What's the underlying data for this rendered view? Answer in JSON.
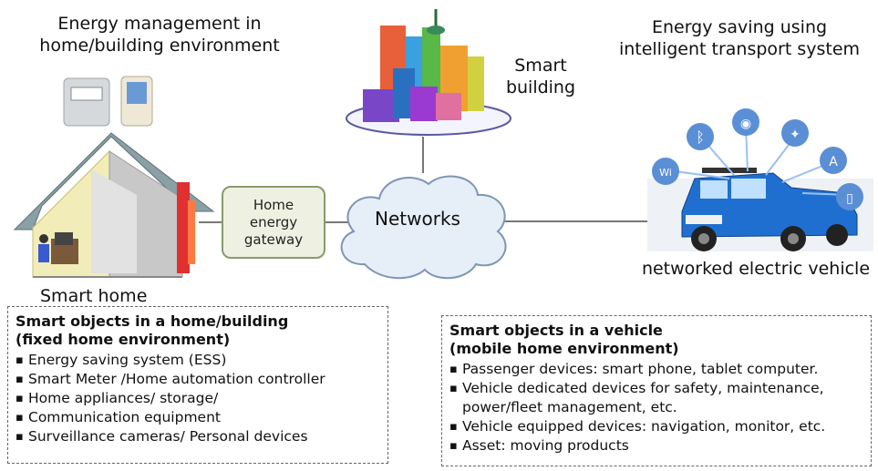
{
  "titles": {
    "energy_home": "Energy management in home/building environment",
    "smart_building": "Smart building",
    "energy_transport": "Energy saving using intelligent transport system"
  },
  "nodes": {
    "gateway": "Home energy gateway",
    "networks": "Networks",
    "smart_home": "Smart home",
    "vehicle": "networked electric vehicle"
  },
  "box_home": {
    "heading_line1": "Smart objects in a home/building",
    "heading_line2": "(fixed home environment)",
    "items": [
      "Energy saving system (ESS)",
      "Smart Meter /Home automation controller",
      "Home appliances/ storage/",
      "Communication equipment",
      "Surveillance cameras/ Personal devices"
    ]
  },
  "box_vehicle": {
    "heading_line1": "Smart objects in a vehicle",
    "heading_line2": "(mobile home environment)",
    "items": [
      "Passenger devices: smart phone, tablet computer.",
      "Vehicle dedicated devices for safety, maintenance, power/fleet management, etc.",
      "Vehicle equipped devices: navigation, monitor, etc.",
      "Asset: moving products"
    ]
  },
  "vehicle_icons": [
    "wifi-icon",
    "bluetooth-icon",
    "signal-icon",
    "satellite-icon",
    "antenna-icon",
    "phone-icon"
  ],
  "colors": {
    "gateway_fill": "#eef1e2",
    "gateway_border": "#8a9a6d",
    "cloud_fill": "#e6eef8",
    "cloud_border": "#7f95b5",
    "roof": "#8aa0a6",
    "house_wall": "#f2edb8",
    "vehicle_body": "#1f6fd0",
    "icon_bubble": "#5a8fd6"
  }
}
